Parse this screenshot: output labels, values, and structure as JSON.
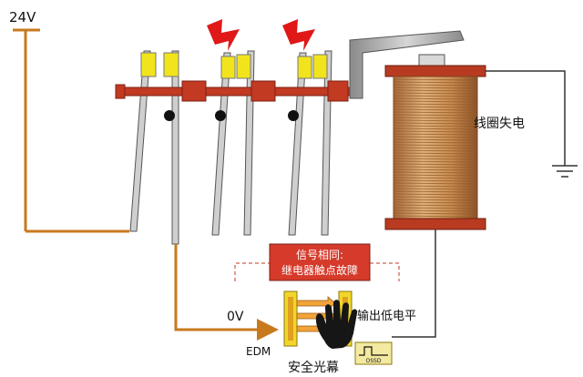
{
  "labels": {
    "voltage_24v": "24V",
    "coil_state": "线圈失电",
    "voltage_0v": "0V",
    "edm": "EDM",
    "signal_line1": "信号相同:",
    "signal_line2": "继电器触点故障",
    "output_low": "输出低电平",
    "light_curtain": "安全光幕",
    "ossd": "OSSD"
  },
  "colors": {
    "wire_orange": "#c8791e",
    "relay_bar": "#c23a22",
    "coil_flange": "#b83a20",
    "coil_copper": "#cf9a5e",
    "contact_yellow": "#f2e41c",
    "warning_red": "#e01818",
    "ground_line": "#333333"
  },
  "icons": {
    "lightning": "lightning-bolt-icon",
    "hand": "hand-icon",
    "ground": "ground-symbol-icon",
    "ossd_signal": "pulse-signal-icon"
  }
}
